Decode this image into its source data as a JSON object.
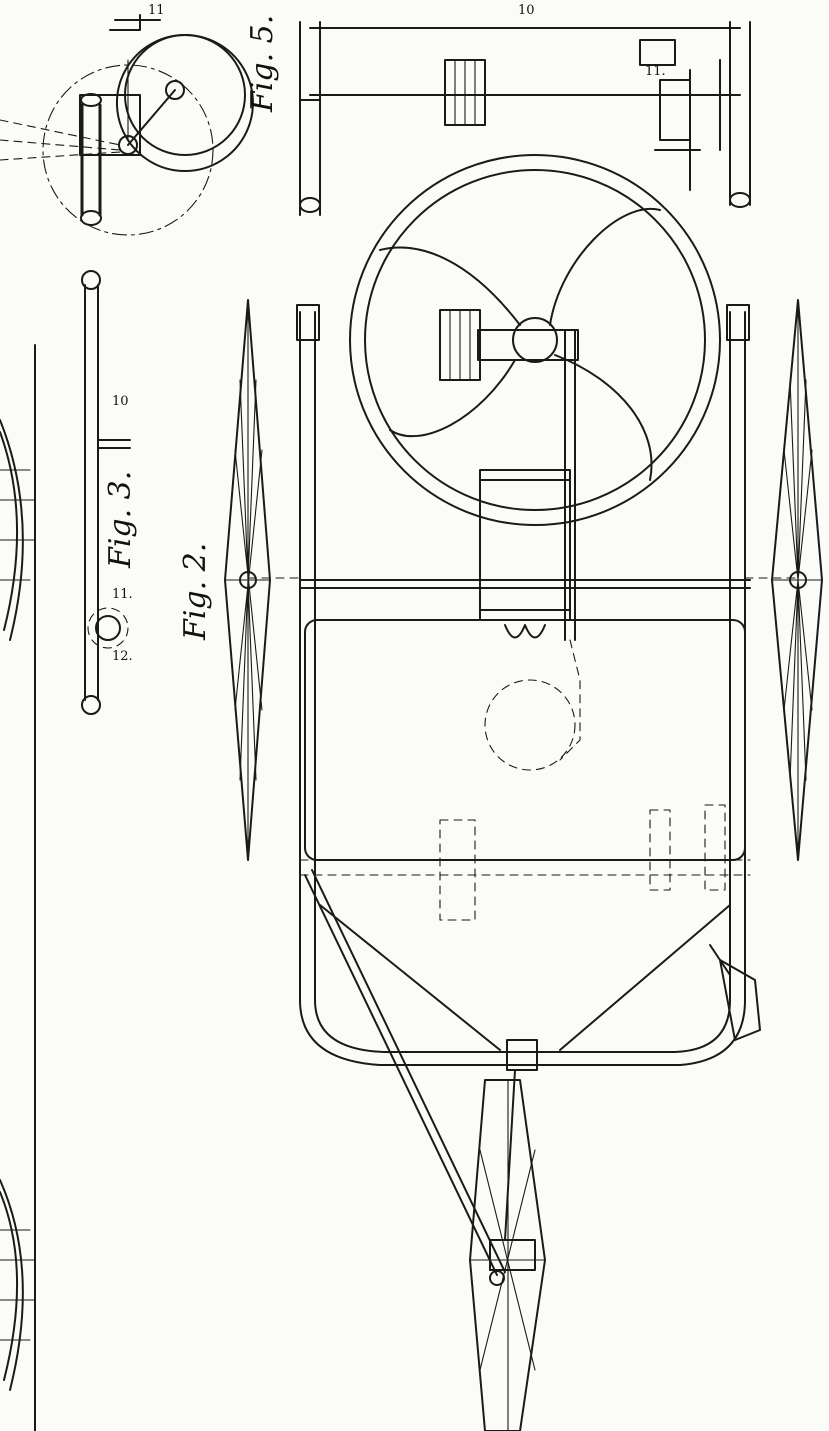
{
  "figures": {
    "fig2": "Fig. 2.",
    "fig3": "Fig. 3.",
    "fig5": "Fig. 5."
  },
  "reference_numerals": {
    "n10_fig3": "10",
    "n10_fig5": "10",
    "n11_fig3": "11.",
    "n11_fig5": "11.",
    "n11_top": "11",
    "n12_fig3": "12."
  }
}
